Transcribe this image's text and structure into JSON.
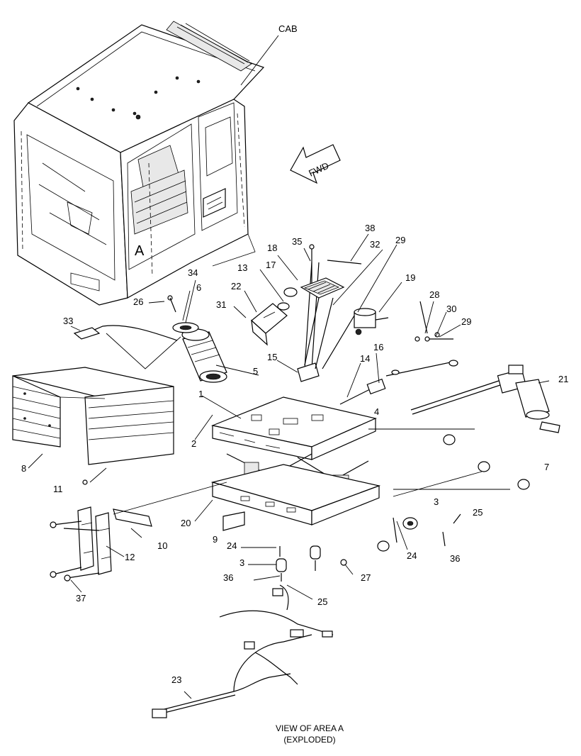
{
  "cab_label": "CAB",
  "area_label": "A",
  "fwd_label": "FWD",
  "view_caption": {
    "line1": "VIEW OF AREA A",
    "line2": "(EXPLODED)"
  },
  "callouts": {
    "c1": "1",
    "c2": "2",
    "c3a": "3",
    "c3b": "3",
    "c4": "4",
    "c5": "5",
    "c6": "6",
    "c7": "7",
    "c8": "8",
    "c9": "9",
    "c10": "10",
    "c11": "11",
    "c12": "12",
    "c13": "13",
    "c14": "14",
    "c15": "15",
    "c16": "16",
    "c17": "17",
    "c18": "18",
    "c19": "19",
    "c20": "20",
    "c21": "21",
    "c22": "22",
    "c23": "23",
    "c24a": "24",
    "c24b": "24",
    "c25a": "25",
    "c25b": "25",
    "c26": "26",
    "c27": "27",
    "c28": "28",
    "c29a": "29",
    "c29b": "29",
    "c30": "30",
    "c31": "31",
    "c32": "32",
    "c33": "33",
    "c34": "34",
    "c35": "35",
    "c36a": "36",
    "c36b": "36",
    "c37": "37",
    "c38": "38"
  }
}
